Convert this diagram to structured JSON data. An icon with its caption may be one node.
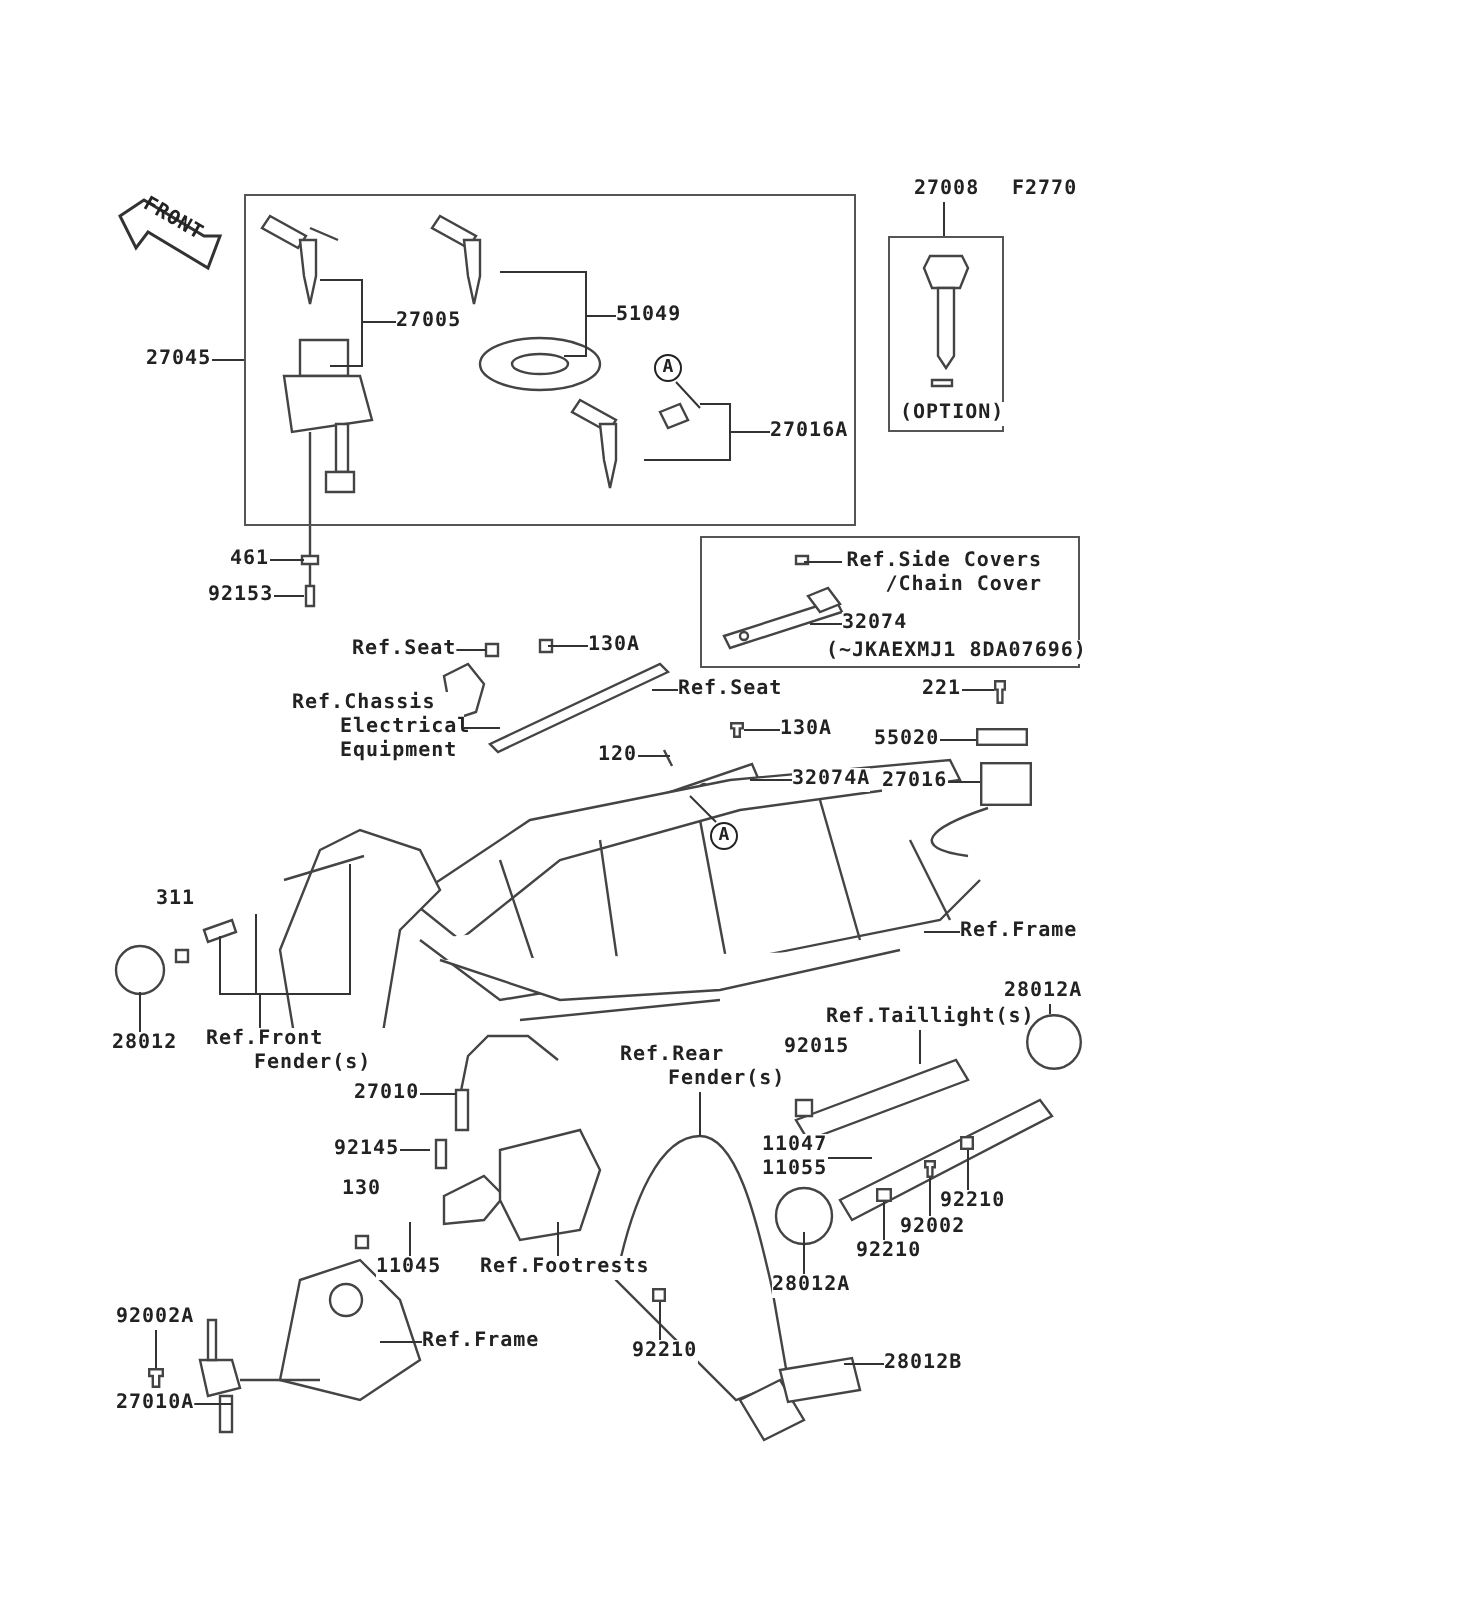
{
  "diagram": {
    "nodes": [
      {
        "text": [],
        "shape": "box"
      },
      {
        "text": [
          "27005"
        ],
        "in": 0
      },
      {
        "text": [
          "51049"
        ],
        "in": 0
      },
      {
        "text": [
          "A"
        ],
        "in": 0
      },
      {
        "text": [
          "27016A"
        ],
        "in": 0
      },
      {
        "text": [
          "27045"
        ]
      },
      {
        "text": [
          "27008"
        ]
      },
      {
        "text": [
          "(OPTION)"
        ]
      },
      {
        "text": [
          "461"
        ]
      },
      {
        "text": [
          "92153"
        ]
      },
      {
        "text": [
          "(~JKAEXMJ1 8DA07696)"
        ]
      },
      {
        "text": [
          "Ref.Side Covers /Chain Cover"
        ],
        "in": 10
      },
      {
        "text": [
          "32074"
        ],
        "in": 10
      },
      {
        "text": [
          "Ref.Seat"
        ]
      },
      {
        "text": [
          "130A"
        ]
      },
      {
        "text": [
          "Ref.Seat"
        ]
      },
      {
        "text": [
          "Ref.Chassis Electrical Equipment"
        ]
      },
      {
        "text": [
          "221"
        ]
      },
      {
        "text": [
          "55020"
        ]
      },
      {
        "text": [
          "130A"
        ]
      },
      {
        "text": [
          "120"
        ]
      },
      {
        "text": [
          "32074A"
        ]
      },
      {
        "text": [
          "27016"
        ]
      },
      {
        "text": [
          "A"
        ]
      },
      {
        "text": [
          "Ref.Frame"
        ]
      },
      {
        "text": [
          "28012"
        ]
      },
      {
        "text": [
          "Ref.Front Fender(s)"
        ]
      },
      {
        "text": [
          "28012A"
        ]
      },
      {
        "text": [
          "Ref.Taillight(s)"
        ]
      },
      {
        "text": [
          "Ref.Rear Fender(s)"
        ]
      },
      {
        "text": [
          "27010"
        ]
      },
      {
        "text": [
          "11047",
          "11055"
        ]
      },
      {
        "text": [
          "92145"
        ]
      },
      {
        "text": [
          "92210"
        ]
      },
      {
        "text": [
          "92002"
        ]
      },
      {
        "text": [
          "92210"
        ]
      },
      {
        "text": [
          "11045"
        ]
      },
      {
        "text": [
          "Ref.Footrests"
        ]
      },
      {
        "text": [
          "28012A"
        ]
      },
      {
        "text": [
          "92002A"
        ]
      },
      {
        "text": [
          "Ref.Frame"
        ]
      },
      {
        "text": [
          "92210"
        ]
      },
      {
        "text": [
          "27010A"
        ]
      },
      {
        "text": [
          "28012B"
        ]
      },
      {
        "text": [
          "311"
        ]
      },
      {
        "text": [
          "92015"
        ]
      },
      {
        "text": [
          "130"
        ]
      },
      {
        "text": [],
        "shape": "bolt"
      },
      {
        "text": [],
        "shape": "bolt"
      },
      {
        "text": [],
        "shape": "circle"
      },
      {
        "text": [],
        "shape": "bolt"
      },
      {
        "text": [],
        "shape": "box"
      },
      {
        "text": [],
        "shape": "bolt"
      },
      {
        "text": [],
        "shape": "box"
      },
      {
        "text": [],
        "shape": "box"
      },
      {
        "text": [],
        "shape": "box"
      },
      {
        "text": [],
        "shape": "box"
      }
    ],
    "edges": [
      {
        "from": 1,
        "to": null,
        "arrow": "none"
      },
      {
        "from": 2,
        "to": null,
        "arrow": "none"
      },
      {
        "from": 3,
        "to": null,
        "arrow": "none"
      },
      {
        "from": 4,
        "to": null,
        "arrow": "none"
      },
      {
        "from": 5,
        "to": 0,
        "arrow": "none"
      },
      {
        "from": 6,
        "to": 7,
        "arrow": "none"
      },
      {
        "from": 8,
        "to": null,
        "arrow": "none"
      },
      {
        "from": 9,
        "to": null,
        "arrow": "none"
      },
      {
        "from": 11,
        "to": null,
        "arrow": "none"
      },
      {
        "from": 12,
        "to": null,
        "arrow": "none"
      },
      {
        "from": 13,
        "to": null,
        "arrow": "none"
      },
      {
        "from": 14,
        "to": null,
        "arrow": "none"
      },
      {
        "from": 15,
        "to": null,
        "arrow": "none"
      },
      {
        "from": 16,
        "to": null,
        "arrow": "none"
      },
      {
        "from": 17,
        "to": 47,
        "arrow": "none"
      },
      {
        "from": 18,
        "to": 56,
        "arrow": "none"
      },
      {
        "from": 19,
        "to": 48,
        "arrow": "none"
      },
      {
        "from": 20,
        "to": null,
        "arrow": "none"
      },
      {
        "from": 21,
        "to": null,
        "arrow": "none"
      },
      {
        "from": 22,
        "to": 54,
        "arrow": "none"
      },
      {
        "from": 23,
        "to": null,
        "arrow": "none"
      },
      {
        "from": 24,
        "to": null,
        "arrow": "none"
      },
      {
        "from": 25,
        "to": null,
        "arrow": "none"
      },
      {
        "from": 26,
        "to": null,
        "arrow": "none"
      },
      {
        "from": 27,
        "to": 49,
        "arrow": "none"
      },
      {
        "from": 28,
        "to": null,
        "arrow": "none"
      },
      {
        "from": 29,
        "to": null,
        "arrow": "none"
      },
      {
        "from": 30,
        "to": null,
        "arrow": "none"
      },
      {
        "from": 31,
        "to": null,
        "arrow": "none"
      },
      {
        "from": 32,
        "to": null,
        "arrow": "none"
      },
      {
        "from": 33,
        "to": 55,
        "arrow": "none"
      },
      {
        "from": 34,
        "to": 50,
        "arrow": "none"
      },
      {
        "from": 35,
        "to": 51,
        "arrow": "none"
      },
      {
        "from": 36,
        "to": null,
        "arrow": "none"
      },
      {
        "from": 37,
        "to": null,
        "arrow": "none"
      },
      {
        "from": 38,
        "to": null,
        "arrow": "none"
      },
      {
        "from": 39,
        "to": 52,
        "arrow": "none"
      },
      {
        "from": 40,
        "to": null,
        "arrow": "none"
      },
      {
        "from": 41,
        "to": 53,
        "arrow": "none"
      },
      {
        "from": 42,
        "to": null,
        "arrow": "none"
      },
      {
        "from": 43,
        "to": null,
        "arrow": "none"
      }
    ],
    "labels": [
      "FRONT",
      "F2770"
    ]
  }
}
